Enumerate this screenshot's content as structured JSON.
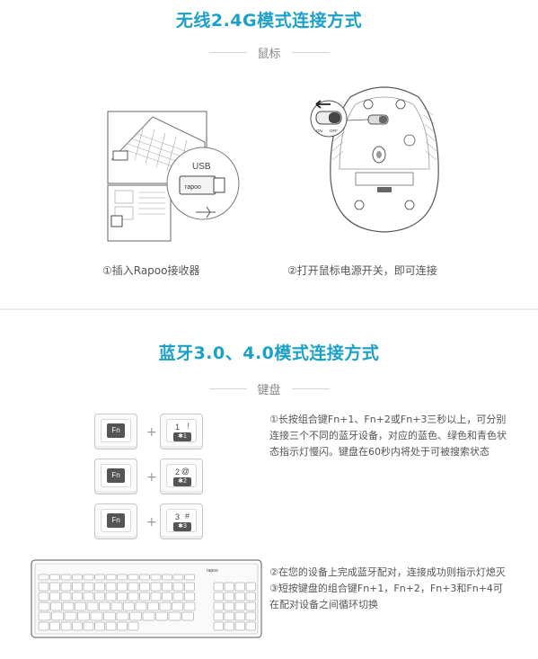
{
  "section1": {
    "title": "无线2.4G模式连接方式",
    "subtitle": "鼠标",
    "usb_label": "USB",
    "receiver_brand": "rapoo",
    "mouse_switch_on": "ON",
    "mouse_switch_off": "OFF",
    "step1": "①插入Rapoo接收器",
    "step2": "②打开鼠标电源开关，即可连接"
  },
  "section2": {
    "title": "蓝牙3.0、4.0模式连接方式",
    "subtitle": "键盘",
    "plus": "+",
    "keys": [
      {
        "fn": "Fn",
        "num": "1",
        "sym": "!",
        "bt": "✱1"
      },
      {
        "fn": "Fn",
        "num": "2",
        "sym": "@",
        "bt": "✱2"
      },
      {
        "fn": "Fn",
        "num": "3",
        "sym": "#",
        "bt": "✱3"
      }
    ],
    "instruction1": "①长按组合键Fn+1、Fn+2或Fn+3三秒以上，可分别连接三个不同的蓝牙设备，对应的蓝色、绿色和青色状态指示灯慢闪。键盘在60秒内将处于可被搜索状态",
    "instruction2": "②在您的设备上完成蓝牙配对，连接成功则指示灯熄灭",
    "instruction3": "③短按键盘的组合键Fn+1，Fn+2，Fn+3和Fn+4可在配对设备之间循环切换",
    "keyboard_brand": "rapoo"
  },
  "colors": {
    "accent": "#1ba0c9",
    "text": "#555555",
    "line": "#d6d6d6"
  }
}
